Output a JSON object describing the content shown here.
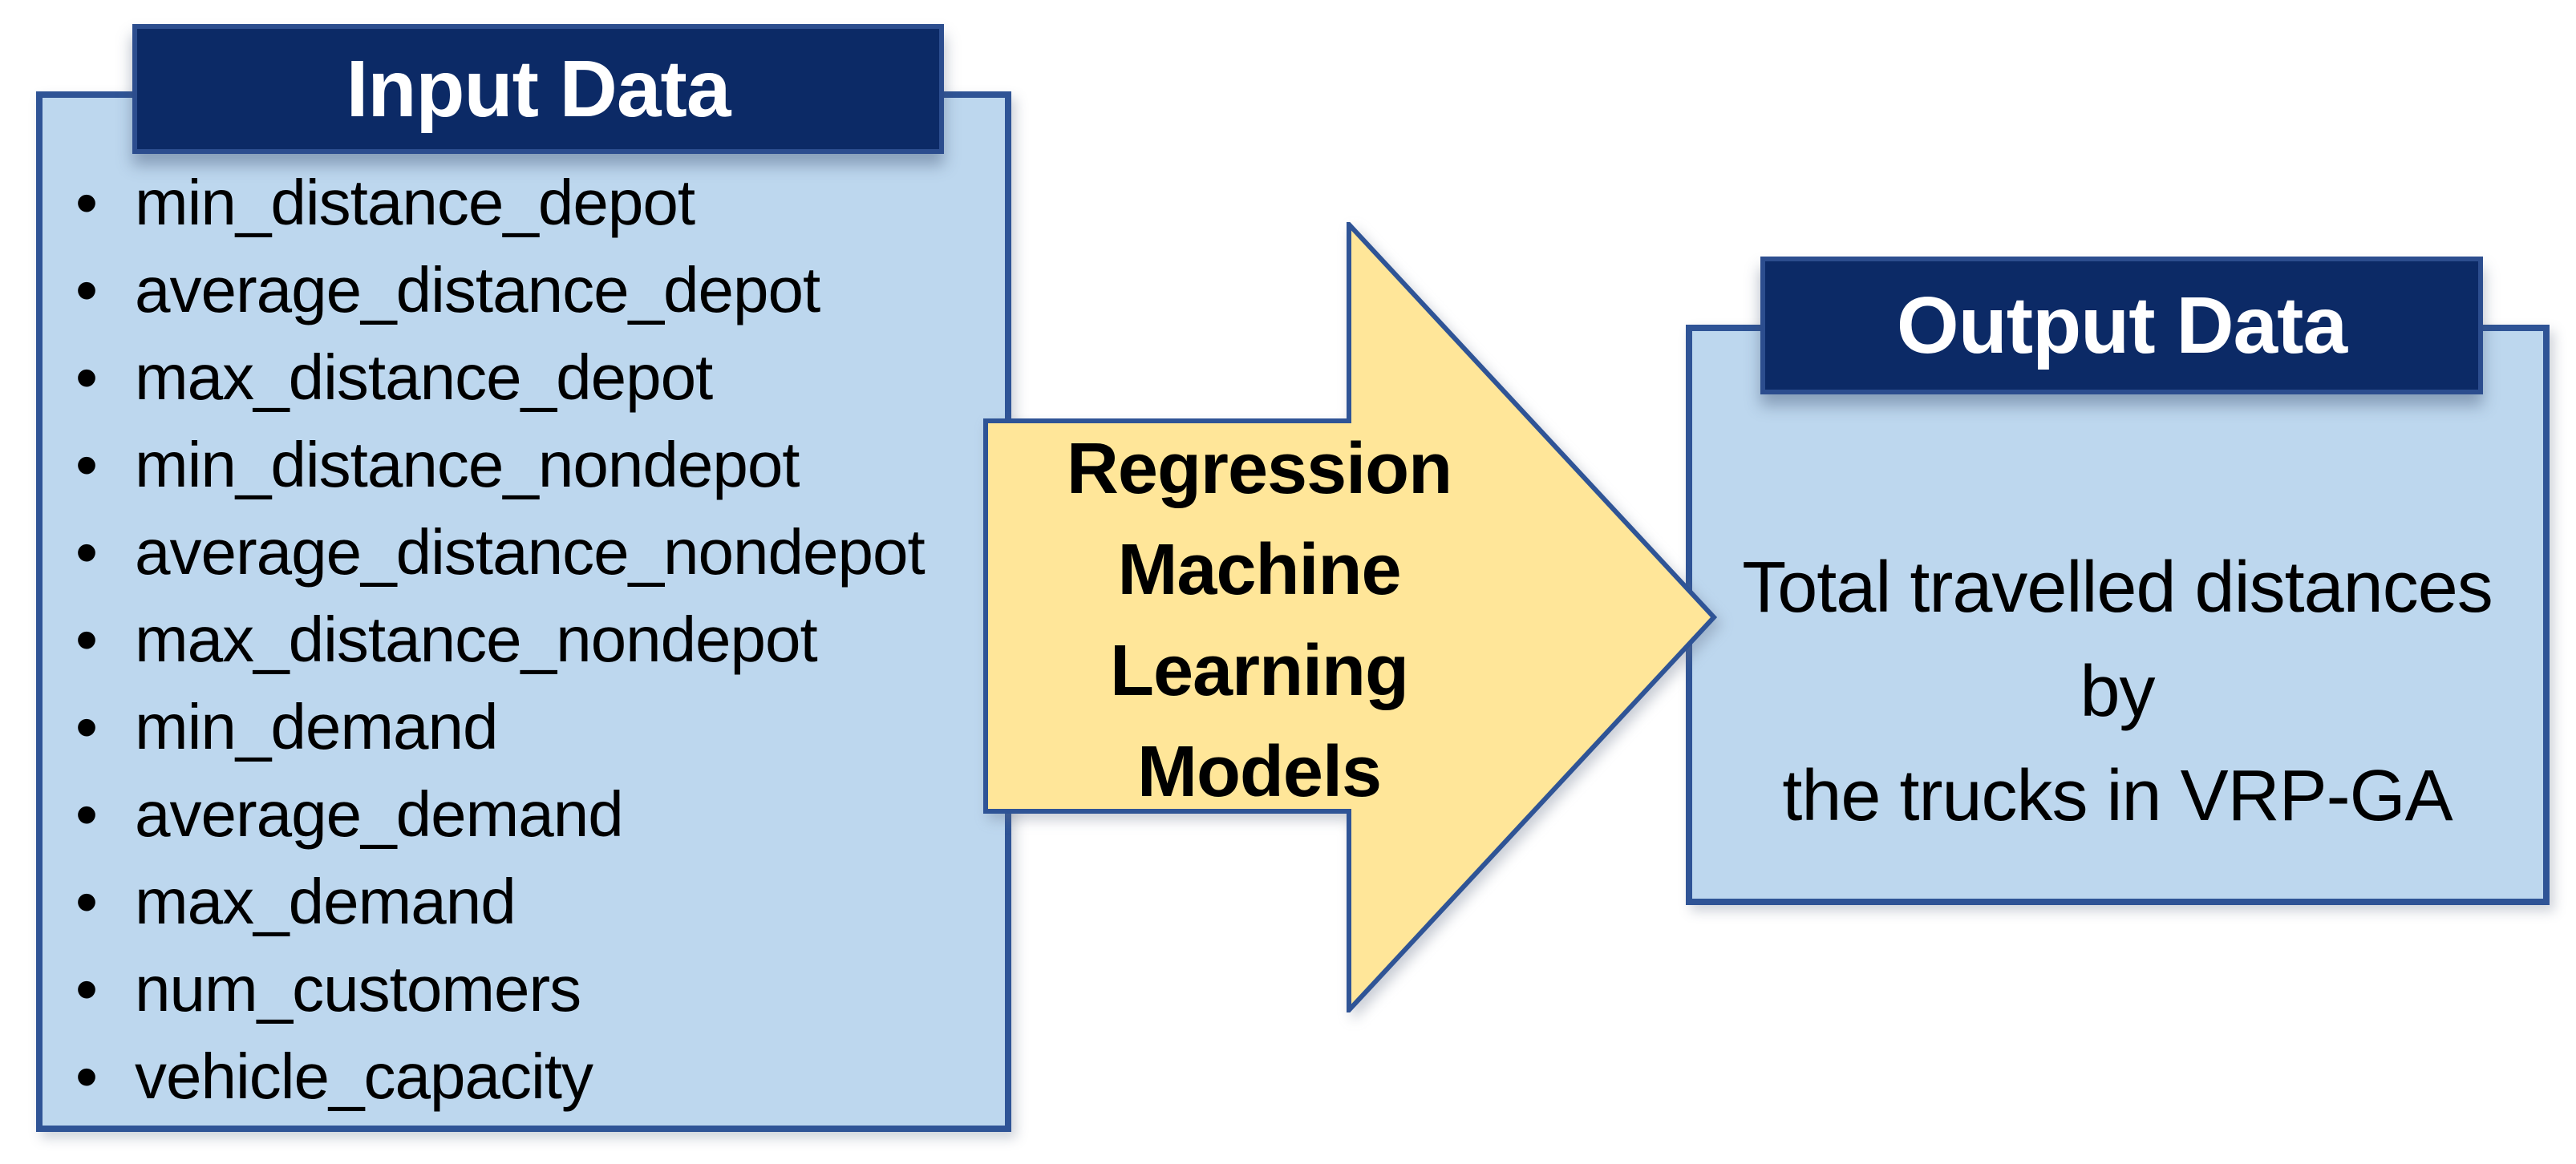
{
  "diagram": {
    "input_box": {
      "title": "Input Data",
      "bullet_glyph": "•",
      "items": [
        "min_distance_depot",
        "average_distance_depot",
        "max_distance_depot",
        "min_distance_nondepot",
        "average_distance_nondepot",
        "max_distance_nondepot",
        "min_demand",
        "average_demand",
        "max_demand",
        "num_customers",
        "vehicle_capacity"
      ]
    },
    "arrow": {
      "lines": [
        "Regression",
        "Machine",
        "Learning",
        "Models"
      ]
    },
    "output_box": {
      "title": "Output Data",
      "lines": [
        "Total travelled distances by",
        "the trucks in VRP-GA"
      ]
    },
    "colors": {
      "header_bg": "#0c2a66",
      "header_border": "#2c4d8e",
      "header_text": "#ffffff",
      "box_fill": "#bdd7ee",
      "box_border": "#2f5496",
      "arrow_fill": "#ffe699",
      "arrow_border": "#2f5496",
      "body_text": "#000000"
    }
  }
}
